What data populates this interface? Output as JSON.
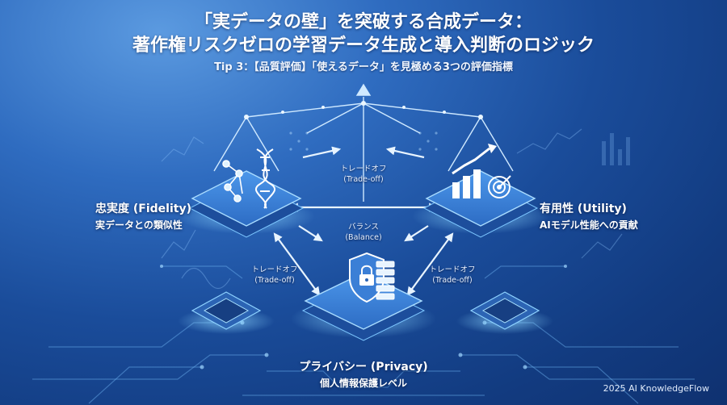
{
  "header": {
    "title_line1": "「実データの壁」を突破する合成データ：",
    "title_line2": "著作権リスクゼロの学習データ生成と導入判断のロジック",
    "subtitle": "Tip 3：【品質評価】「使えるデータ」を見極める3つの評価指標"
  },
  "metrics": {
    "fidelity": {
      "name": "忠実度 (Fidelity)",
      "description": "実データとの類似性",
      "icons": [
        "network-nodes-icon",
        "dna-icon"
      ]
    },
    "utility": {
      "name": "有用性 (Utility)",
      "description": "AIモデル性能への貢献",
      "icons": [
        "bar-chart-icon",
        "target-icon"
      ]
    },
    "privacy": {
      "name": "プライバシー (Privacy)",
      "description": "個人情報保護レベル",
      "icons": [
        "shield-lock-icon",
        "database-icon"
      ]
    }
  },
  "relations": {
    "top": {
      "jp": "トレードオフ",
      "en": "(Trade-off)"
    },
    "center": {
      "jp": "バランス",
      "en": "(Balance)"
    },
    "left": {
      "jp": "トレードオフ",
      "en": "(Trade-off)"
    },
    "right": {
      "jp": "トレードオフ",
      "en": "(Trade-off)"
    }
  },
  "decor": {
    "center_icon": "balance-scale-icon",
    "left_chip": "chip-icon",
    "right_chip": "chip-icon"
  },
  "footer": {
    "credit": "2025 AI KnowledgeFlow"
  },
  "colors": {
    "background": "#1a4c9a",
    "accent": "#5cd0ff",
    "platform": "#3f86dc"
  }
}
